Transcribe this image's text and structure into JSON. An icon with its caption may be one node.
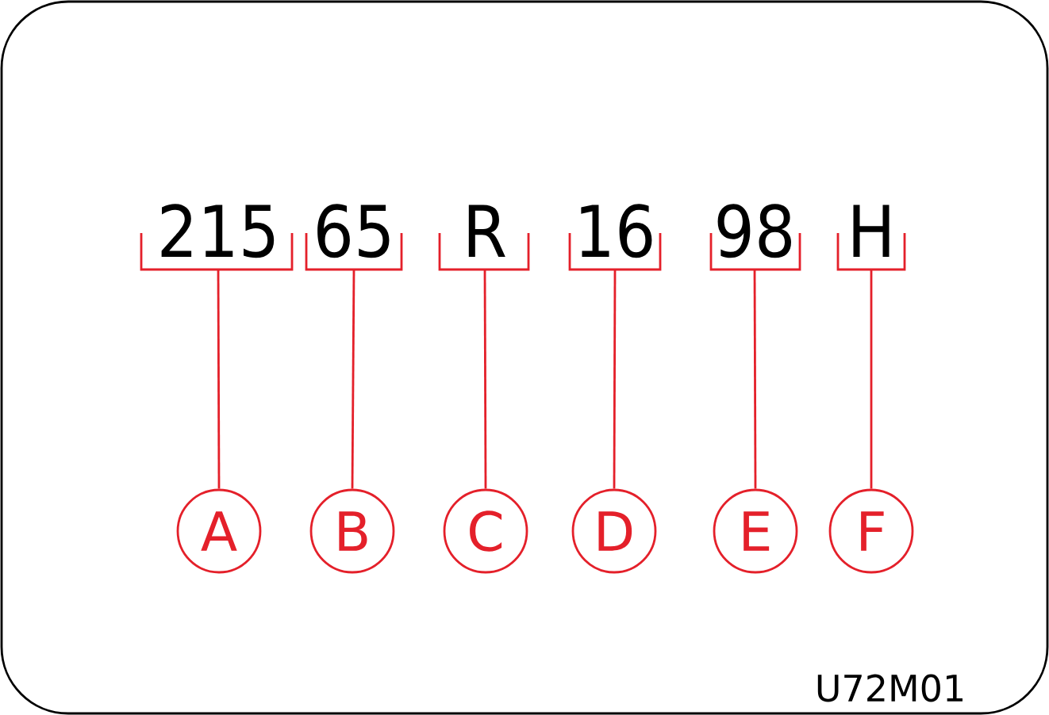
{
  "diagram": {
    "nodes": [
      {
        "text": [
          "215"
        ]
      },
      {
        "text": [
          "65"
        ]
      },
      {
        "text": [
          "R"
        ]
      },
      {
        "text": [
          "16"
        ]
      },
      {
        "text": [
          "98"
        ]
      },
      {
        "text": [
          "H"
        ]
      },
      {
        "text": [
          "A"
        ]
      },
      {
        "text": [
          "B"
        ]
      },
      {
        "text": [
          "C"
        ]
      },
      {
        "text": [
          "D"
        ]
      },
      {
        "text": [
          "E"
        ]
      },
      {
        "text": [
          "F"
        ]
      }
    ],
    "edges": [
      {
        "from": 0,
        "to": 6,
        "arrow": "none"
      },
      {
        "from": 1,
        "to": 7,
        "arrow": "none"
      },
      {
        "from": 2,
        "to": 8,
        "arrow": "none"
      },
      {
        "from": 3,
        "to": 9,
        "arrow": "none"
      },
      {
        "from": 4,
        "to": 10,
        "arrow": "none"
      },
      {
        "from": 5,
        "to": 11,
        "arrow": "none"
      }
    ],
    "labels": [
      "U72M01"
    ]
  }
}
